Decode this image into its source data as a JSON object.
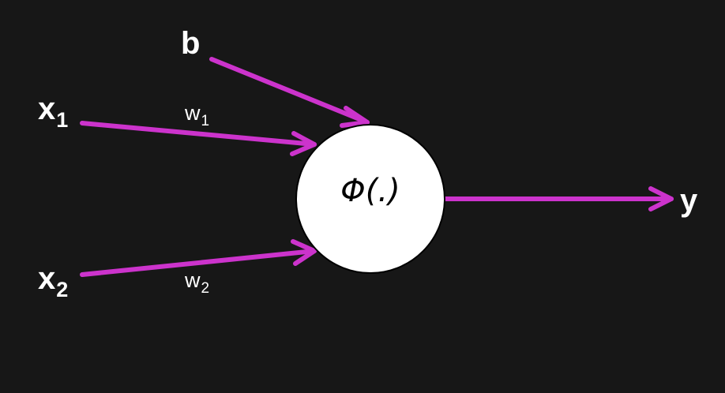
{
  "colors": {
    "background": "#171717",
    "edge": "#cc33cc",
    "node_fill": "#ffffff",
    "node_stroke": "#000000",
    "label": "#ffffff"
  },
  "inputs": {
    "x1": {
      "base": "x",
      "sub": "1"
    },
    "x2": {
      "base": "x",
      "sub": "2"
    },
    "bias": "b"
  },
  "weights": {
    "w1": {
      "base": "w",
      "sub": "1"
    },
    "w2": {
      "base": "w",
      "sub": "2"
    }
  },
  "node": {
    "label": "Φ(.)"
  },
  "output": {
    "label": "y"
  }
}
